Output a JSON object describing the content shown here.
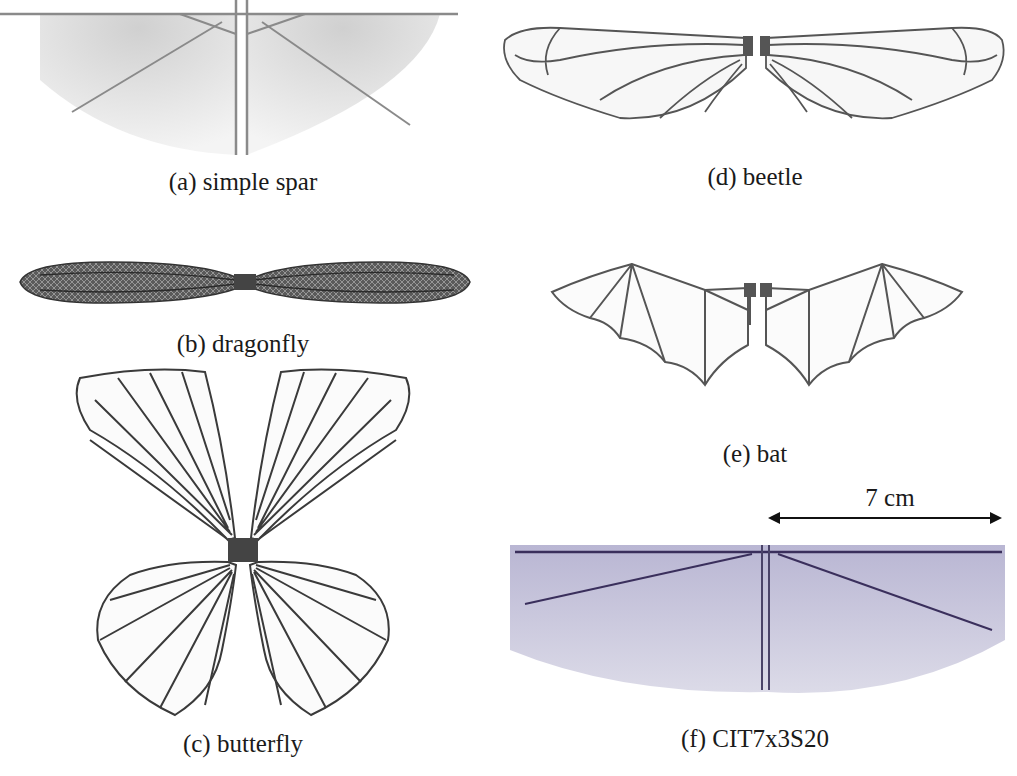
{
  "diagram": {
    "labels": [
      "(a) simple spar",
      "(d) beetle",
      "(b) dragonfly",
      "(e) bat",
      "(c) butterfly",
      "7 cm",
      "(f) CIT7x3S20"
    ]
  }
}
